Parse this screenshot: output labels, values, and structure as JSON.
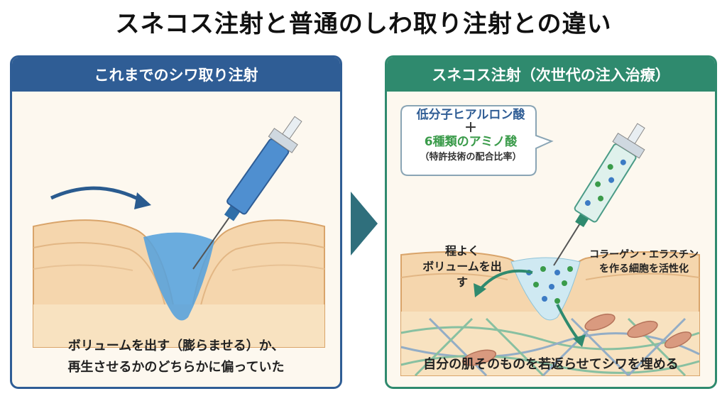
{
  "title": "スネコス注射と普通のしわ取り注射との違い",
  "left_panel": {
    "header": "これまでのシワ取り注射",
    "caption_line1": "ボリュームを出す（膨らませる）か、",
    "caption_line2": "再生させるかのどちらかに偏っていた"
  },
  "right_panel": {
    "header": "スネコス注射（次世代の注入治療）",
    "bubble_line1": "低分子ヒアルロン酸",
    "bubble_plus": "＋",
    "bubble_line2": "6種類のアミノ酸",
    "bubble_line3": "（特許技術の配合比率）",
    "label_volume_1": "程よく",
    "label_volume_2": "ボリュームを出す",
    "label_collagen_1": "コラーゲン・エラスチン",
    "label_collagen_2": "を作る細胞を活性化",
    "caption": "自分の肌そのものを若返らせてシワを埋める"
  },
  "colors": {
    "left_accent": "#2f5d95",
    "right_accent": "#2f8a6e",
    "skin": "#f3d9b1",
    "injection_blue": "#4f9ad6",
    "amino_green": "#3a9b4a"
  }
}
